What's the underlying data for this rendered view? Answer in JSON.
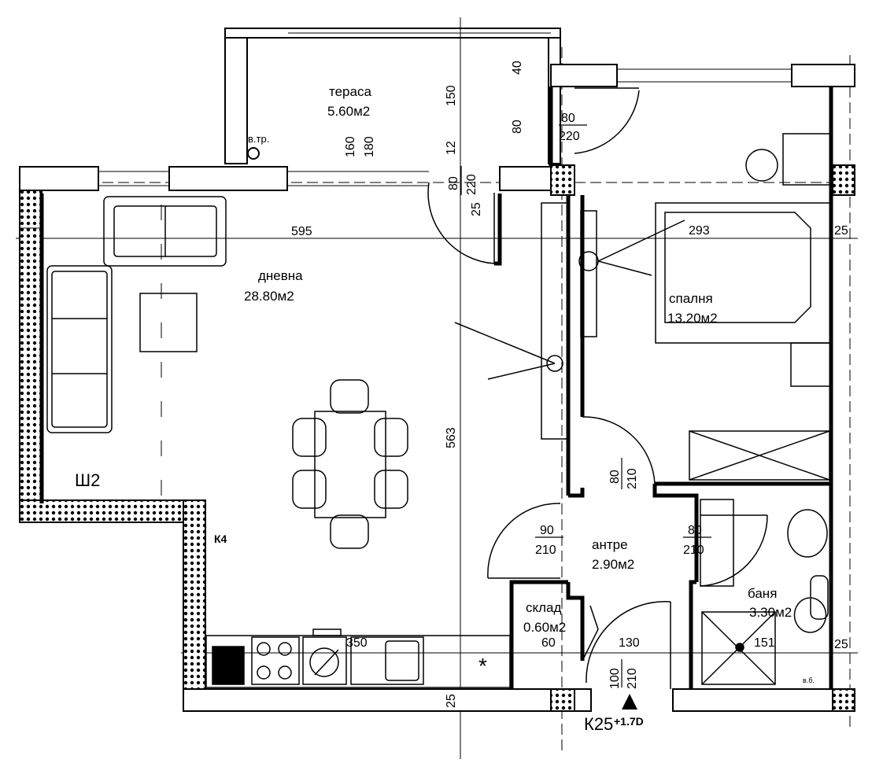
{
  "rooms": {
    "terrace": {
      "name": "тераса",
      "area": "5.60м2"
    },
    "living": {
      "name": "дневна",
      "area": "28.80м2"
    },
    "bedroom": {
      "name": "спалня",
      "area": "13.20м2"
    },
    "hall": {
      "name": "антре",
      "area": "2.90м2"
    },
    "storage": {
      "name": "склад",
      "area": "0.60м2"
    },
    "bath": {
      "name": "баня",
      "area": "3.30м2"
    }
  },
  "labels": {
    "vent": "в.тр.",
    "shaft": "Ш2",
    "column": "К4",
    "stair": "К25",
    "elevation": "+1.7D",
    "star": "*",
    "boiler": "в.б."
  },
  "dimensions": {
    "living_width": "595",
    "living_height": "563",
    "bedroom_width": "293",
    "terrace_depth": "150",
    "kitchen_len": "350",
    "d40": "40",
    "d80a": "80",
    "d12": "12",
    "d160": "160",
    "d180": "180",
    "d25a": "25",
    "d25b": "25",
    "d25c": "25",
    "d25d": "25",
    "d60": "60",
    "d130": "130",
    "d151": "151"
  },
  "doors": {
    "terrace_door": {
      "w": "80",
      "h": "220"
    },
    "balcony_door": {
      "w": "80",
      "h": "220"
    },
    "bedroom_door": {
      "w": "80",
      "h": "210"
    },
    "living_door": {
      "w": "90",
      "h": "210"
    },
    "bath_door": {
      "w": "80",
      "h": "210"
    },
    "entry_door": {
      "w": "100",
      "h": "210"
    }
  }
}
